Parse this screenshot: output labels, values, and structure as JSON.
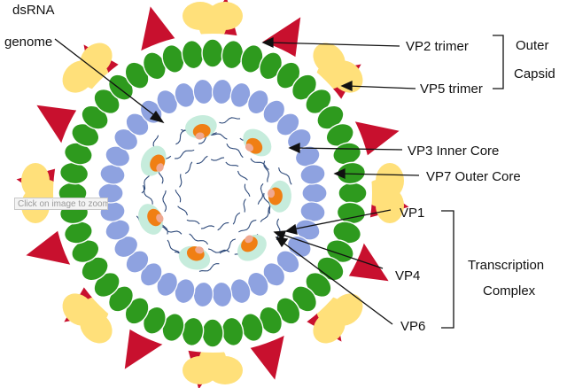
{
  "diagram": {
    "labels": {
      "dsrna_line1": "dsRNA",
      "dsrna_line2": "genome",
      "vp2": "VP2 trimer",
      "vp5": "VP5 trimer",
      "outer_capsid_line1": "Outer",
      "outer_capsid_line2": "Capsid",
      "vp3": "VP3 Inner Core",
      "vp7": "VP7 Outer Core",
      "vp1": "VP1",
      "vp4": "VP4",
      "vp6": "VP6",
      "transcription_line1": "Transcription",
      "transcription_line2": "Complex"
    },
    "colors": {
      "vp2": "#c8102e",
      "vp5": "#ffe07a",
      "vp7": "#2e9a1e",
      "vp3": "#8ea2e0",
      "vp1": "#f0a890",
      "vp4": "#f07f14",
      "vp6": "#c6ecdc",
      "rna": "#2e4a7a"
    }
  },
  "overlay": {
    "zoom_hint": "Click on image to zoom"
  }
}
